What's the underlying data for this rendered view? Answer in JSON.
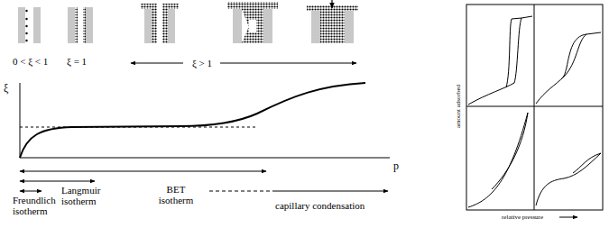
{
  "diagram": {
    "labels": [
      "0 < ξ < 1",
      "ξ = 1",
      "ξ > 1",
      "ξ",
      "p",
      "Freundlich isotherm",
      "Langmuir isotherm",
      "BET isotherm",
      "capillary condensation",
      "amount adsorbed",
      "relative pressure"
    ]
  }
}
